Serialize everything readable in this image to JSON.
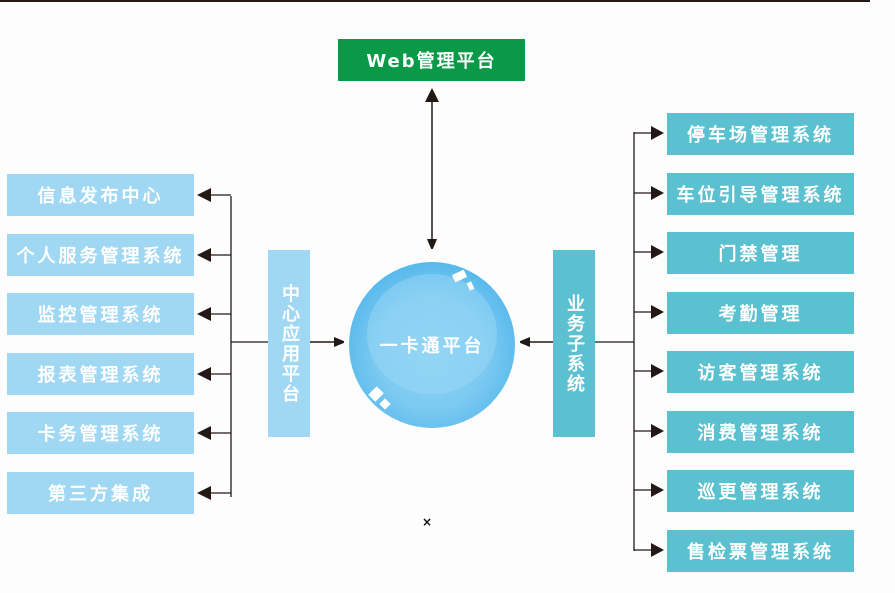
{
  "top_platform": {
    "label": "Web管理平台",
    "color": "#0a9a47"
  },
  "core": {
    "label": "一卡通平台"
  },
  "left_hub": {
    "label": "中心应用平台",
    "color": "#a0d8f4"
  },
  "right_hub": {
    "label": "业务子系统",
    "color": "#5bc0cf"
  },
  "left_items": [
    {
      "label": "信息发布中心"
    },
    {
      "label": "个人服务管理系统"
    },
    {
      "label": "监控管理系统"
    },
    {
      "label": "报表管理系统"
    },
    {
      "label": "卡务管理系统"
    },
    {
      "label": "第三方集成"
    }
  ],
  "right_items": [
    {
      "label": "停车场管理系统"
    },
    {
      "label": "车位引导管理系统"
    },
    {
      "label": "门禁管理"
    },
    {
      "label": "考勤管理"
    },
    {
      "label": "访客管理系统"
    },
    {
      "label": "消费管理系统"
    },
    {
      "label": "巡更管理系统"
    },
    {
      "label": "售检票管理系统"
    }
  ],
  "stray_mark": "×"
}
